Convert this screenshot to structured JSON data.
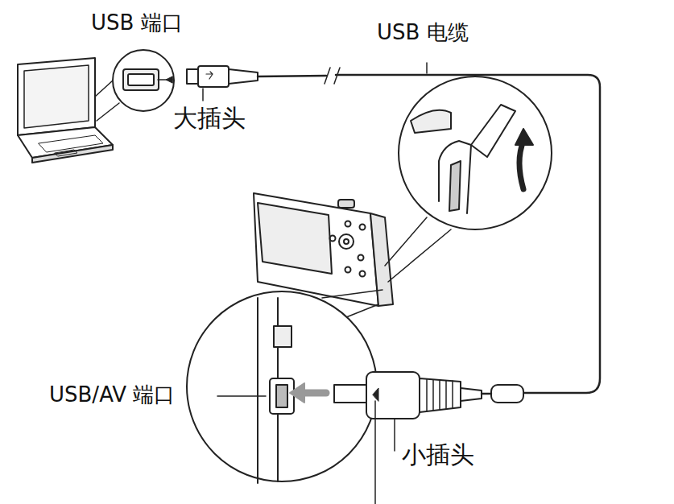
{
  "diagram": {
    "labels": [
      "USB 端口",
      "USB 电缆",
      "大插头",
      "USB/AV 端口",
      "小插头"
    ]
  }
}
